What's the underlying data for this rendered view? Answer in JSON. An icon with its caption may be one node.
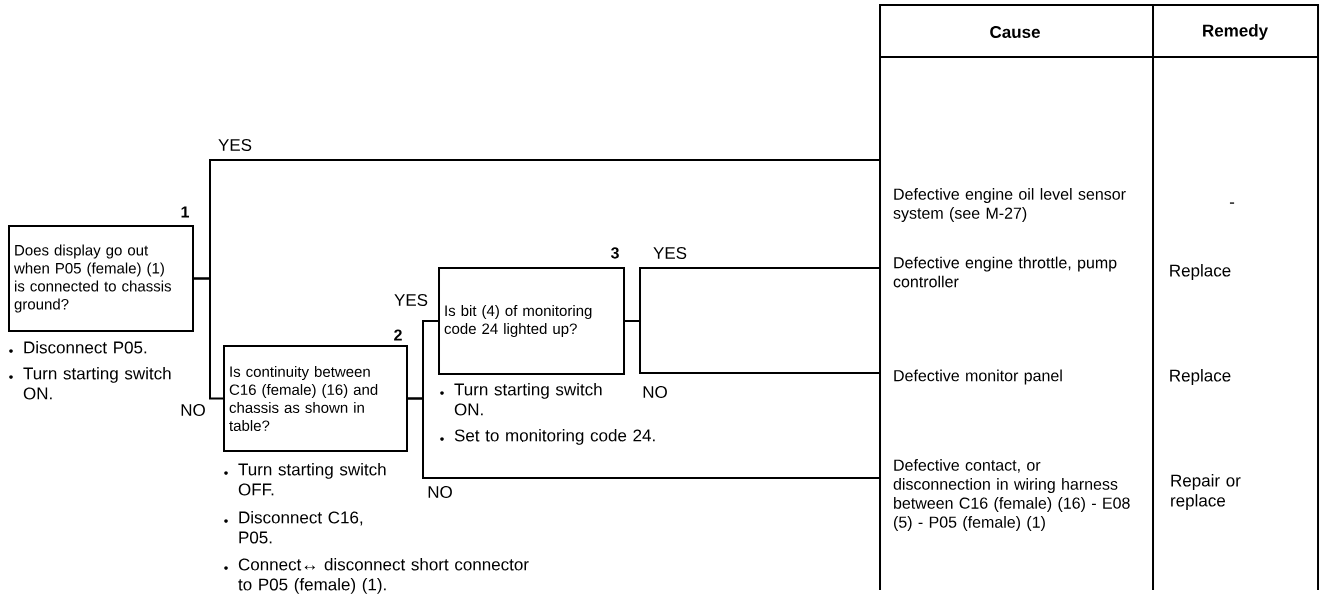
{
  "diagram": {
    "nodes": [
      {
        "text": [
          "Does display go out when P05 (female) (1) is connected to chassis ground?"
        ],
        "beside": [
          "1",
          "Disconnect P05.",
          "Turn starting switch ON."
        ]
      },
      {
        "text": [
          "Is continuity between C16 (female) (16) and chassis as shown in table?"
        ],
        "beside": [
          "2",
          "Turn starting switch OFF.",
          "Disconnect C16, P05.",
          "Connect↔ disconnect short connector to P05 (female) (1)."
        ]
      },
      {
        "text": [
          "Is bit (4) of monitoring code 24 lighted up?"
        ],
        "beside": [
          "3",
          "Turn starting switch ON.",
          "Set to monitoring code 24."
        ]
      },
      {
        "text": [
          "Defective engine oil level sensor system (see M-27)"
        ]
      },
      {
        "text": [
          "Defective engine throttle, pump controller"
        ]
      },
      {
        "text": [
          "Defective monitor panel"
        ]
      },
      {
        "text": [
          "Defective contact, or disconnection in wiring harness between C16 (female) (16) - E08 (5) - P05 (female) (1)"
        ]
      }
    ],
    "edges": [
      {
        "from": 0,
        "to": 3,
        "arrow": "none",
        "label": "YES"
      },
      {
        "from": 0,
        "to": 1,
        "arrow": "none",
        "label": "NO"
      },
      {
        "from": 1,
        "to": 2,
        "arrow": "none",
        "label": "YES"
      },
      {
        "from": 1,
        "to": 6,
        "arrow": "none",
        "label": "NO"
      },
      {
        "from": 2,
        "to": 4,
        "arrow": "none",
        "label": "YES"
      },
      {
        "from": 2,
        "to": 5,
        "arrow": "none",
        "label": "NO"
      }
    ],
    "labels": [
      "Cause",
      "Remedy",
      "-",
      "Replace",
      "Replace",
      "Repair or replace"
    ]
  }
}
